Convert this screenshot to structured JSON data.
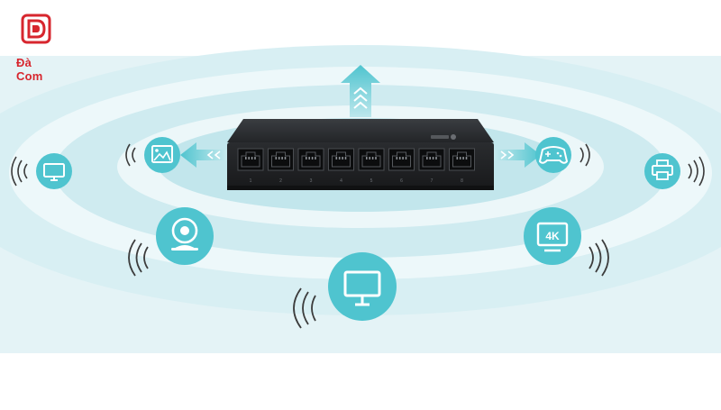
{
  "brand": {
    "name": "Đà Com",
    "color": "#d7262e"
  },
  "colors": {
    "background_band": "#ddf0f3",
    "ring_light": "#c8e8ee",
    "ring_mid": "#a9dbe3",
    "accent": "#4fc4cf",
    "switch_body": "#2b2d30",
    "waves": "#3c3c3c"
  },
  "switch": {
    "port_count": 8,
    "port_labels": [
      "1",
      "2",
      "3",
      "4",
      "5",
      "6",
      "7",
      "8"
    ]
  },
  "devices": [
    {
      "name": "monitor-icon",
      "kind": "monitor"
    },
    {
      "name": "image-icon",
      "kind": "image"
    },
    {
      "name": "webcam-icon",
      "kind": "webcam"
    },
    {
      "name": "desktop-monitor-icon",
      "kind": "monitor"
    },
    {
      "name": "tv-4k-icon",
      "kind": "tv4k",
      "label": "4K"
    },
    {
      "name": "gamepad-icon",
      "kind": "gamepad"
    },
    {
      "name": "printer-icon",
      "kind": "printer"
    }
  ]
}
